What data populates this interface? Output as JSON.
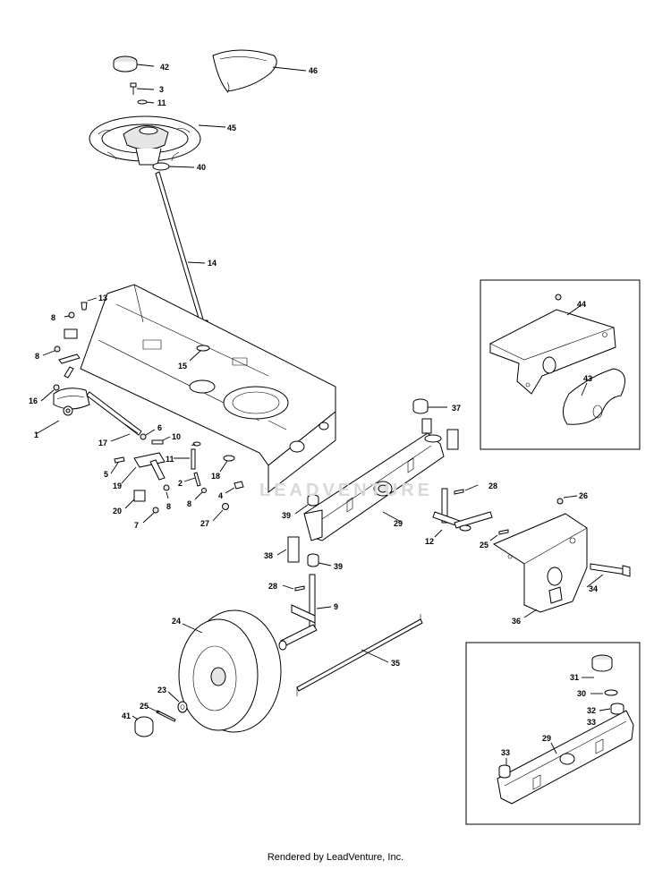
{
  "footer": {
    "text": "Rendered by LeadVenture, Inc."
  },
  "watermark": {
    "text": "LEADVENTURE"
  },
  "callouts": {
    "c42": "42",
    "c46": "46",
    "c3": "3",
    "c11a": "11",
    "c45": "45",
    "c40": "40",
    "c14": "14",
    "c13": "13",
    "c8a": "8",
    "c8b": "8",
    "c15": "15",
    "c16": "16",
    "c1": "1",
    "c17": "17",
    "c6": "6",
    "c10": "10",
    "c5": "5",
    "c11b": "11",
    "c19": "19",
    "c18": "18",
    "c2": "2",
    "c8c": "8",
    "c8d": "8",
    "c4": "4",
    "c20": "20",
    "c7": "7",
    "c27": "27",
    "c37": "37",
    "c28a": "28",
    "c26": "26",
    "c39a": "39",
    "c29a": "29",
    "c12": "12",
    "c25a": "25",
    "c38": "38",
    "c39b": "39",
    "c34": "34",
    "c28b": "28",
    "c9": "9",
    "c36": "36",
    "c24": "24",
    "c35": "35",
    "c23": "23",
    "c25b": "25",
    "c41": "41",
    "c44": "44",
    "c43": "43",
    "c31": "31",
    "c30": "30",
    "c32": "32",
    "c33a": "33",
    "c33b": "33",
    "c29b": "29"
  }
}
